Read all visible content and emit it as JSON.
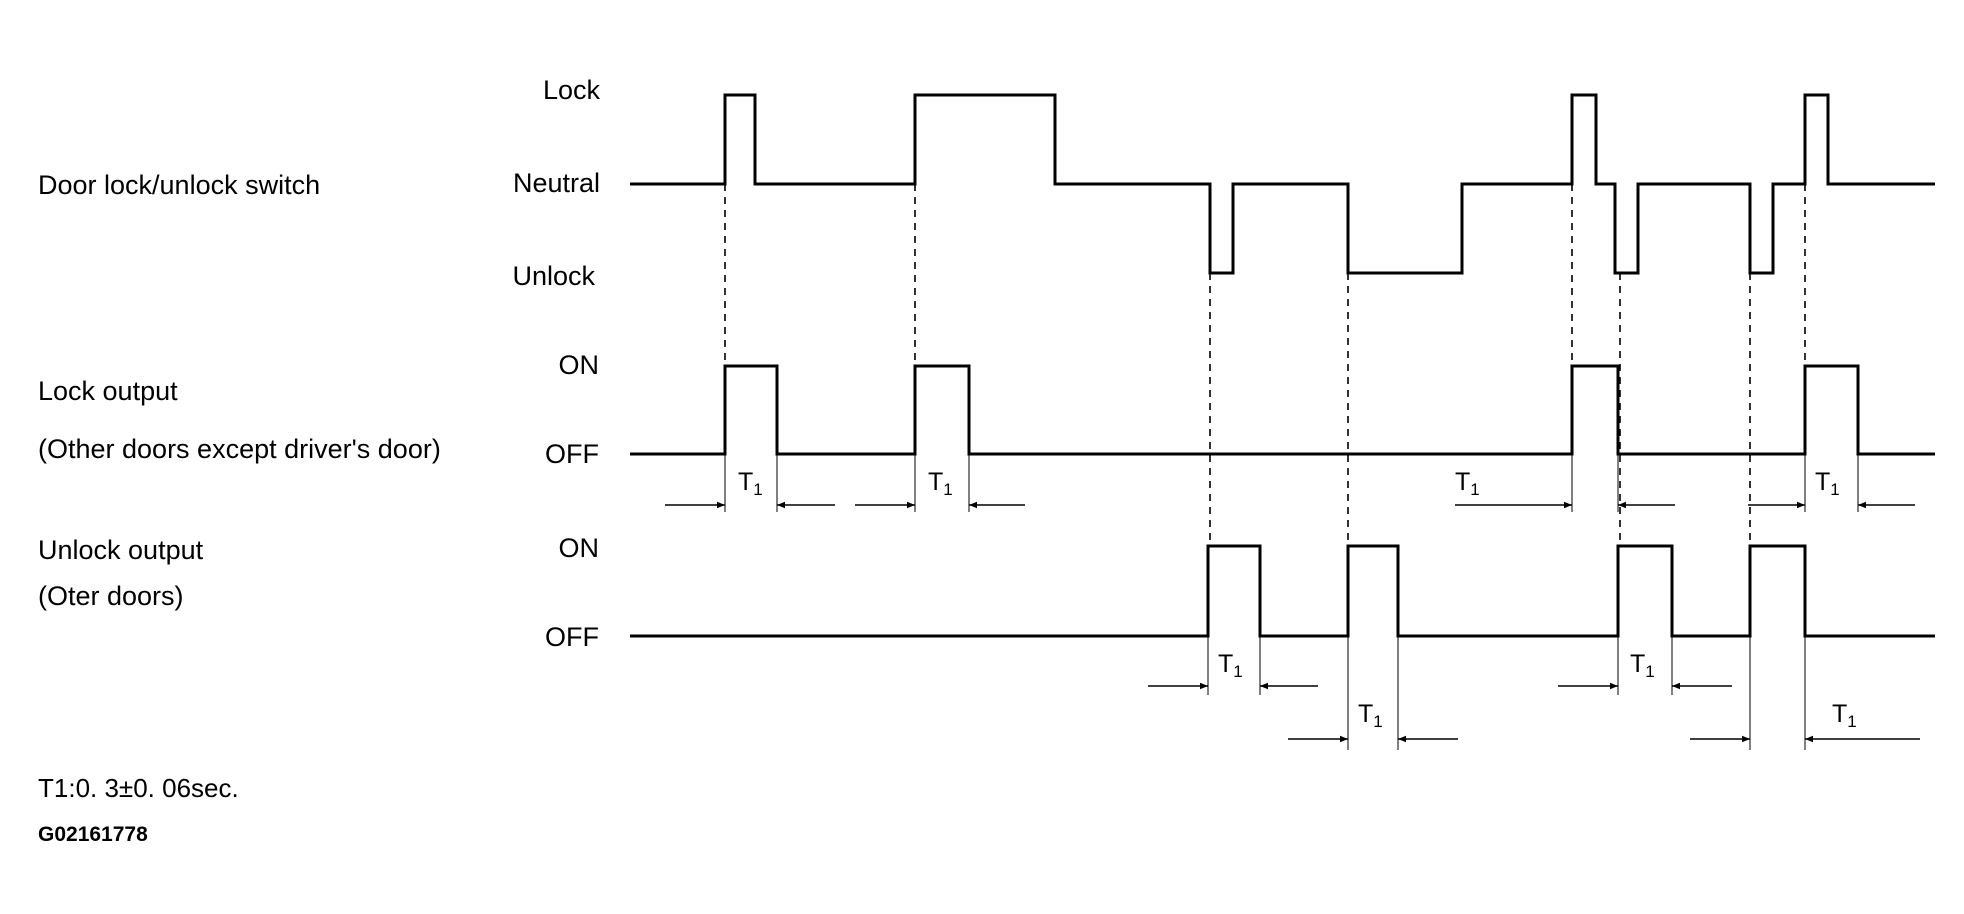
{
  "diagram": {
    "rows": {
      "switch": {
        "label": "Door lock/unlock switch",
        "levels": {
          "high": "Lock",
          "mid": "Neutral",
          "low": "Unlock"
        }
      },
      "lock_output": {
        "label_line1": "Lock output",
        "label_line2": "(Other doors except driver's door)",
        "levels": {
          "on": "ON",
          "off": "OFF"
        }
      },
      "unlock_output": {
        "label_line1": "Unlock output",
        "label_line2": "(Oter doors)",
        "levels": {
          "on": "ON",
          "off": "OFF"
        }
      }
    },
    "timing_label": {
      "main": "T",
      "sub": "1"
    },
    "note": "T1:0. 3±0. 06sec.",
    "figure_code": "G02161778"
  }
}
